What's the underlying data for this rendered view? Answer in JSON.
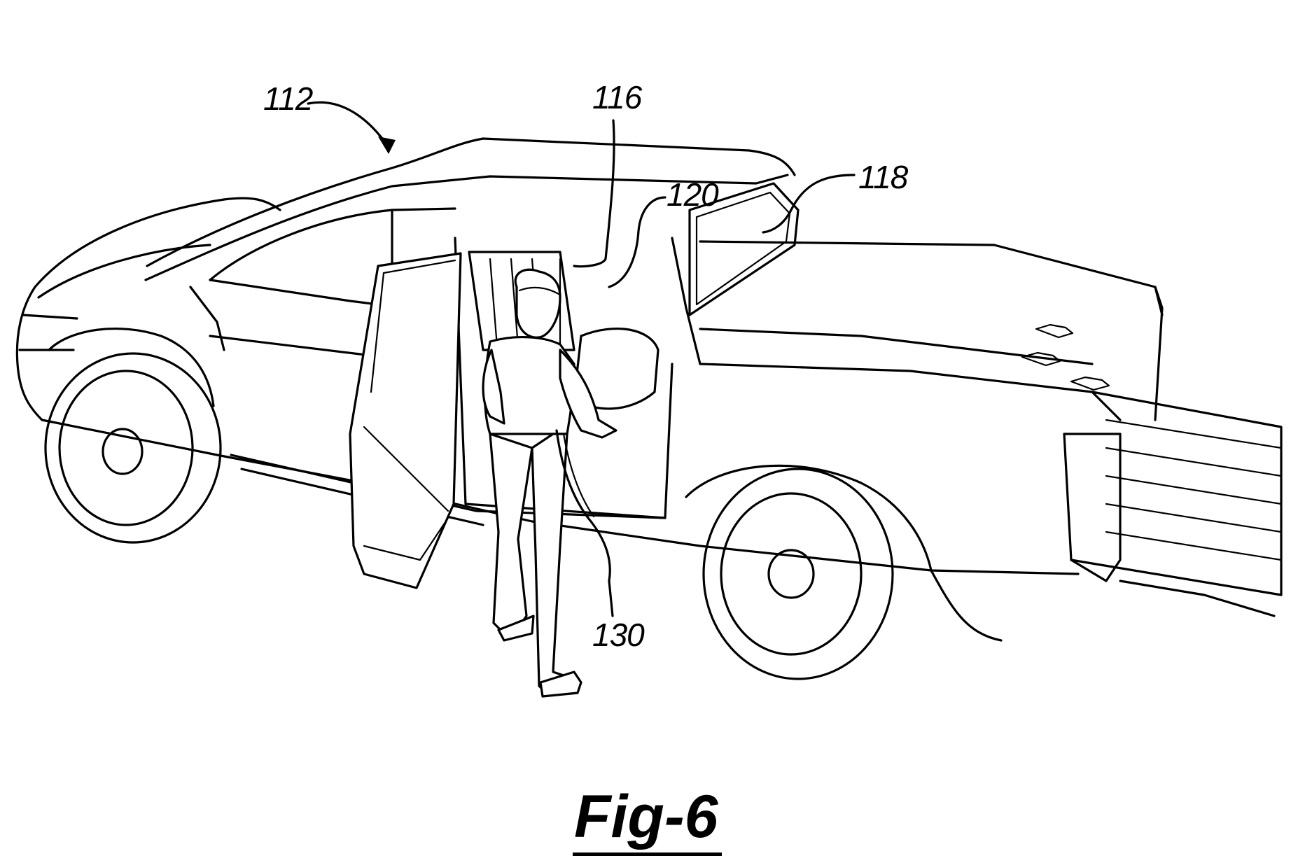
{
  "labels": {
    "ref_112": "112",
    "ref_116": "116",
    "ref_120": "120",
    "ref_118": "118",
    "ref_130": "130"
  },
  "figure_caption": "Fig-6",
  "colors": {
    "line": "#000000",
    "background": "#ffffff"
  }
}
